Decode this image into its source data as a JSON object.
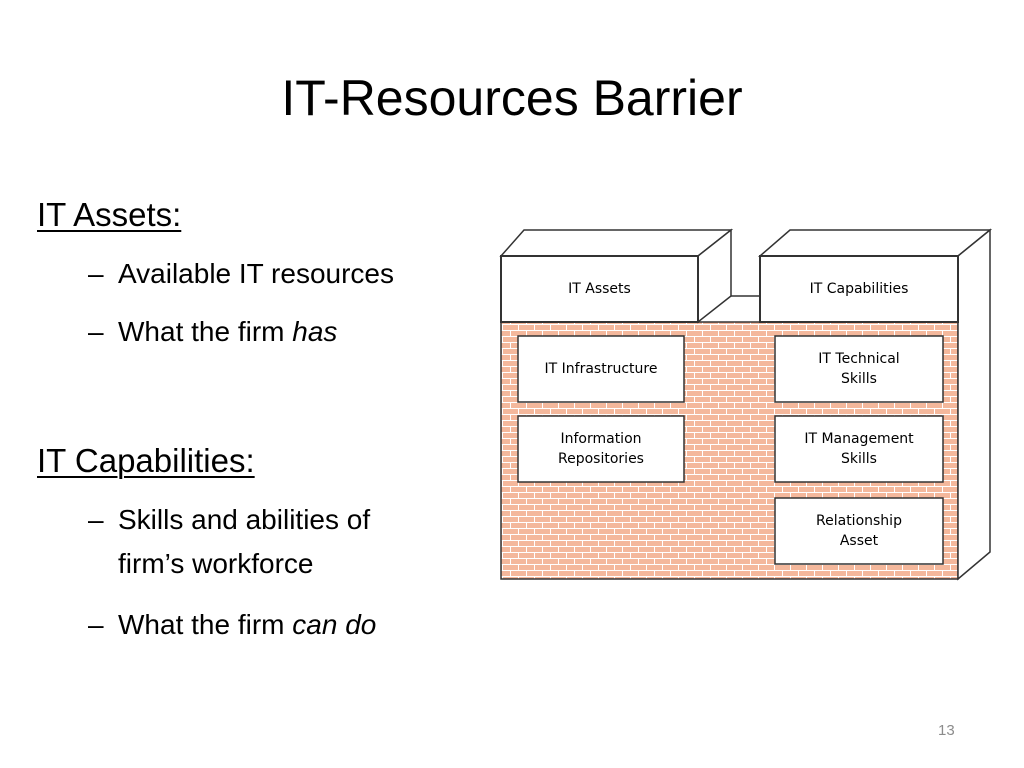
{
  "slide": {
    "title": "IT-Resources Barrier",
    "page_number": "13"
  },
  "left_text": {
    "assets_heading": "IT Assets:",
    "assets_bullets": [
      "Available IT resources",
      "What the firm "
    ],
    "assets_bullet2_em": "has",
    "capabilities_heading": "IT Capabilities:",
    "cap_bullet1_line1": "Skills and abilities of",
    "cap_bullet1_line2": "firm’s workforce",
    "cap_bullet2": "What the firm ",
    "cap_bullet2_em": "can do",
    "dash": "–"
  },
  "diagram": {
    "wall_color": "#f4b89c",
    "mortar_color": "#ffffff",
    "left_top_label": "IT Assets",
    "right_top_label": "IT Capabilities",
    "left_boxes": [
      "IT Infrastructure",
      "Information Repositories"
    ],
    "right_boxes": [
      "IT Technical Skills",
      "IT Management Skills",
      "Relationship Asset"
    ]
  }
}
